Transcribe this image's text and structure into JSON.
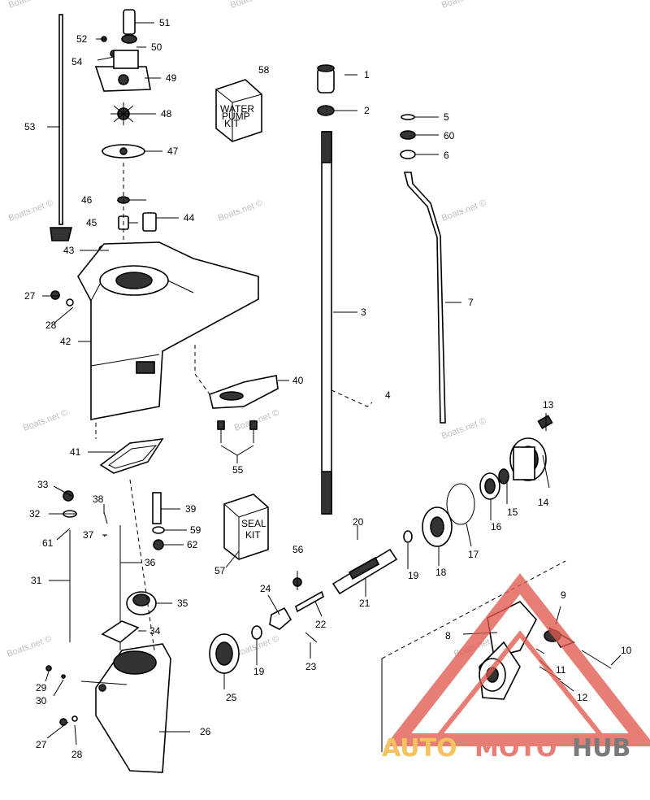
{
  "watermarks": [
    "Boats.net ©",
    "Boats.net ©",
    "Boats.net ©",
    "Boats.net ©",
    "Boats.net ©",
    "Boats.net ©",
    "Boats.net ©",
    "Boats.net ©",
    "Boats.net ©",
    "Boats.net ©",
    "Boats.net ©",
    "Boats.net ©"
  ],
  "kit_labels": {
    "water_pump_kit": [
      "WATER",
      "PUMP",
      "KIT"
    ],
    "seal_kit": [
      "SEAL",
      "KIT"
    ]
  },
  "logo": {
    "part1": "AUTO",
    "part2": "MOTO",
    "part3": "HUB",
    "color1": "#f2b233",
    "color2": "#e05a4f",
    "color3": "#555555"
  },
  "callouts": [
    "1",
    "2",
    "3",
    "4",
    "5",
    "60",
    "6",
    "7",
    "13",
    "14",
    "15",
    "16",
    "17",
    "18",
    "19",
    "20",
    "21",
    "22",
    "23",
    "24",
    "56",
    "9",
    "8",
    "10",
    "11",
    "12",
    "51",
    "52",
    "50",
    "54",
    "49",
    "58",
    "48",
    "47",
    "53",
    "46",
    "45",
    "44",
    "43",
    "27",
    "28",
    "42",
    "40",
    "55",
    "41",
    "33",
    "38",
    "32",
    "37",
    "61",
    "39",
    "59",
    "62",
    "36",
    "31",
    "57",
    "35",
    "34",
    "25",
    "19",
    "29",
    "30",
    "26",
    "27",
    "28"
  ]
}
